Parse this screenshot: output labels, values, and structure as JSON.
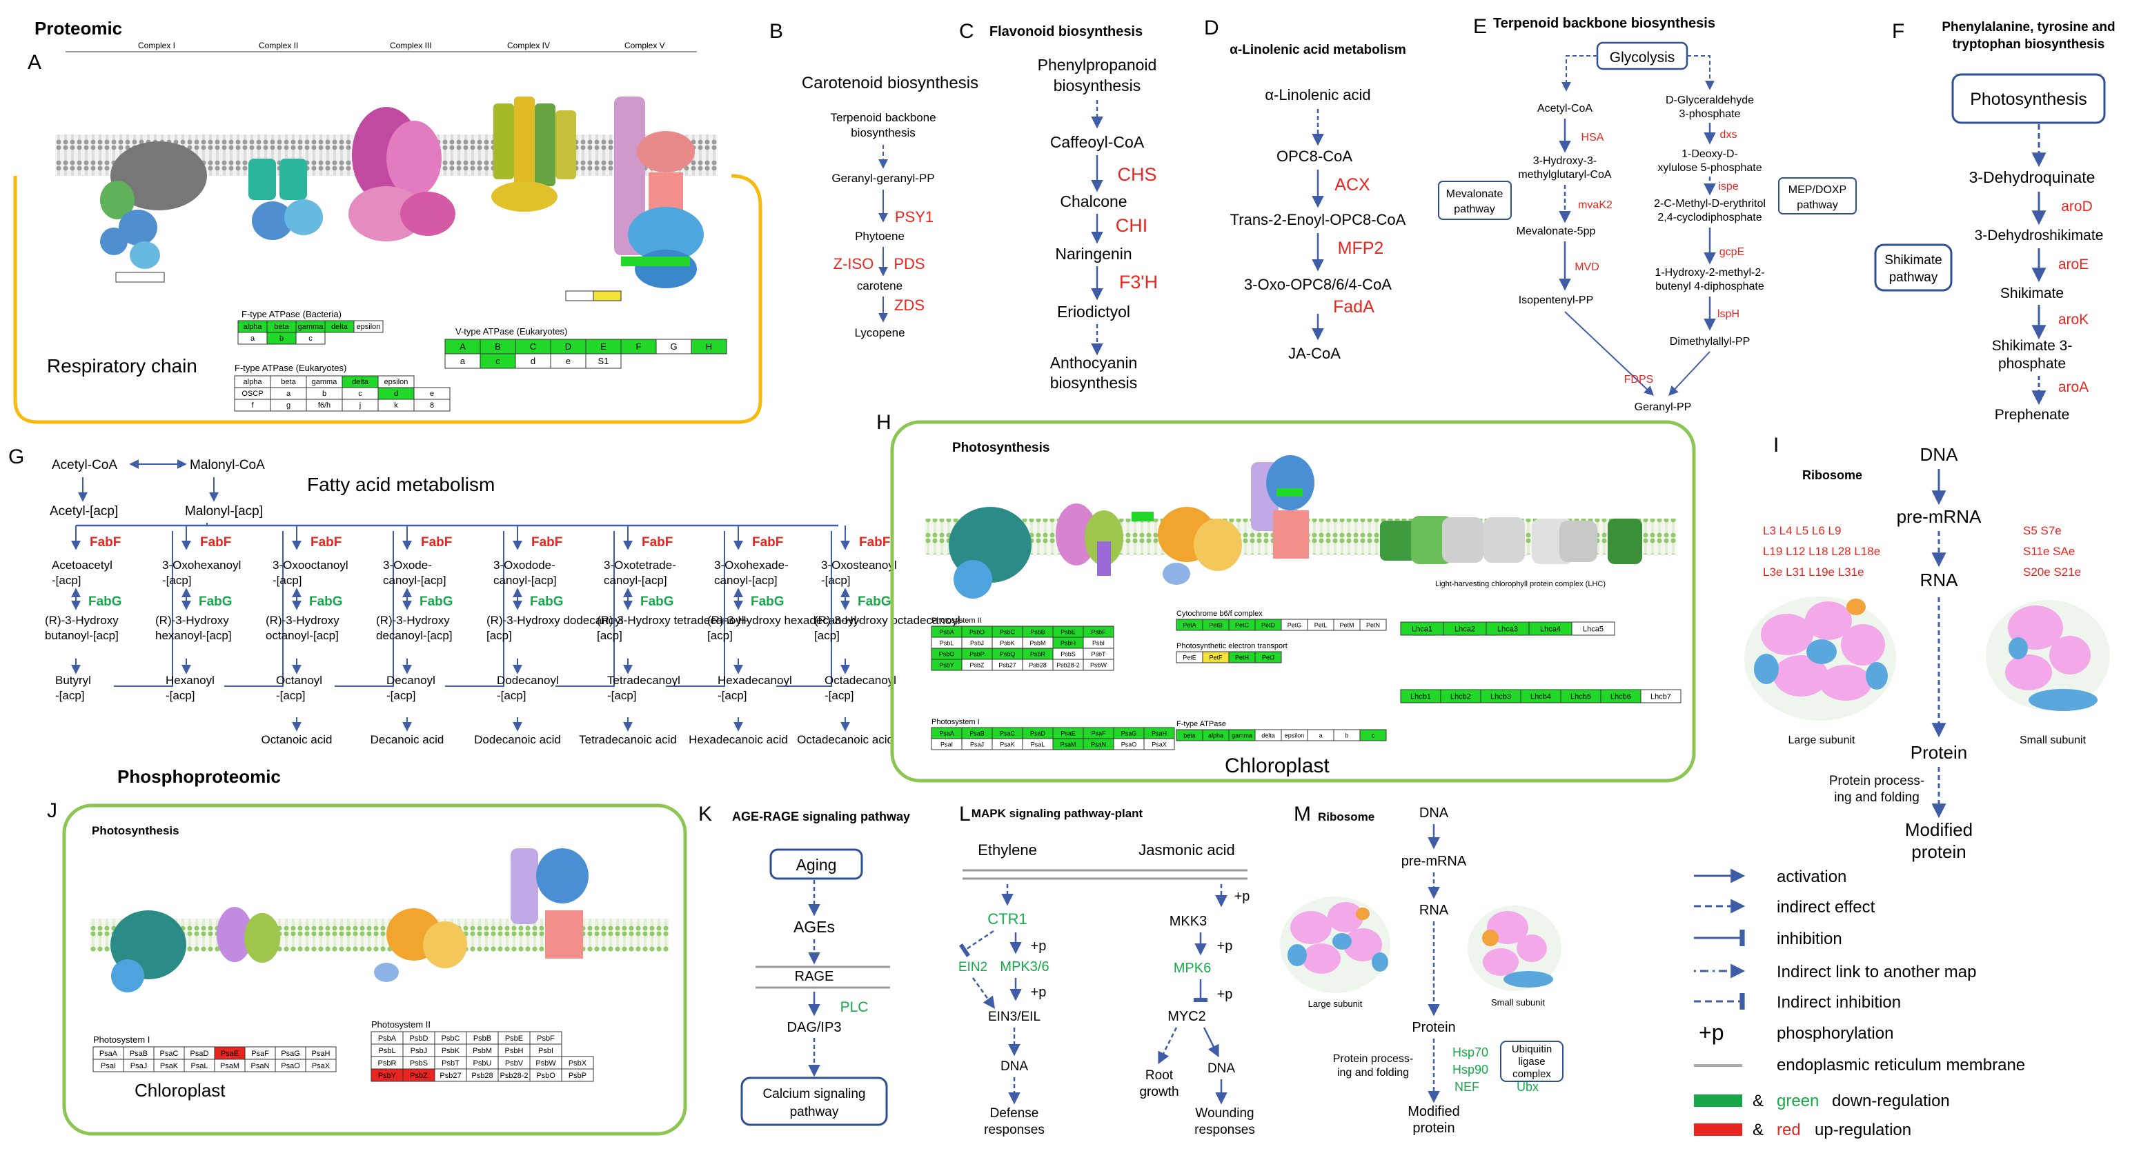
{
  "sections": {
    "proteomic": "Proteomic",
    "phosphoproteomic": "Phosphoproteomic"
  },
  "letters": {
    "A": "A",
    "B": "B",
    "C": "C",
    "D": "D",
    "E": "E",
    "F": "F",
    "G": "G",
    "H": "H",
    "I": "I",
    "J": "J",
    "K": "K",
    "L": "L",
    "M": "M"
  },
  "panel_a": {
    "label": "Respiratory chain",
    "complexes": [
      "Complex I",
      "Complex II",
      "Complex III",
      "Complex IV",
      "Complex V"
    ],
    "f_bact_title": "F-type ATPase (Bacteria)",
    "f_bact_row1": [
      "alpha",
      "beta",
      "gamma",
      "delta",
      "epsilon"
    ],
    "f_bact_row2": [
      "a",
      "b",
      "c"
    ],
    "v_title": "V-type ATPase (Eukaryotes)",
    "v_row1": [
      "A",
      "B",
      "C",
      "D",
      "E",
      "F",
      "G",
      "H"
    ],
    "v_row2": [
      "a",
      "c",
      "d",
      "e",
      "S1"
    ],
    "f_euk_title": "F-type ATPase (Eukaryotes)",
    "f_euk_row1": [
      "alpha",
      "beta",
      "gamma",
      "delta",
      "epsilon"
    ],
    "f_euk_row2": [
      "OSCP",
      "a",
      "b",
      "c",
      "d",
      "e"
    ],
    "f_euk_row3": [
      "f",
      "g",
      "f6/h",
      "j",
      "k",
      "8"
    ]
  },
  "panel_b": {
    "title": "Carotenoid biosynthesis",
    "nodes": [
      "Terpenoid backbone biosynthesis",
      "Geranyl-geranyl-PP",
      "Phytoene",
      "carotene",
      "Lycopene"
    ],
    "enzymes": [
      "PSY1",
      "Z-ISO",
      "PDS",
      "ZDS"
    ]
  },
  "panel_c": {
    "title": "Flavonoid biosynthesis",
    "nodes": [
      "Phenylpropanoid biosynthesis",
      "Caffeoyl-CoA",
      "Chalcone",
      "Naringenin",
      "Eriodictyol",
      "Anthocyanin biosynthesis"
    ],
    "enzymes": [
      "CHS",
      "CHI",
      "F3'H"
    ]
  },
  "panel_d": {
    "title": "α-Linolenic acid metabolism",
    "nodes": [
      "α-Linolenic acid",
      "OPC8-CoA",
      "Trans-2-Enoyl-OPC8-CoA",
      "3-Oxo-OPC8/6/4-CoA",
      "JA-CoA"
    ],
    "enzymes": [
      "ACX",
      "MFP2",
      "FadA"
    ]
  },
  "panel_e": {
    "title": "Terpenoid backbone biosynthesis",
    "glycolysis": "Glycolysis",
    "mevalonate": "Mevalonate pathway",
    "mep": "MEP/DOXP pathway",
    "left_nodes": [
      "Acetyl-CoA",
      "3-Hydroxy-3-methylglutaryl-CoA",
      "Mevalonate-5pp",
      "Isopentenyl-PP"
    ],
    "left_enzymes": [
      "HSA",
      "mvaK2",
      "MVD"
    ],
    "right_nodes": [
      "D-Glyceraldehyde 3-phosphate",
      "1-Deoxy-D-xylulose 5-phosphate",
      "2-C-Methyl-D-erythritol 2,4-cyclodiphosphate",
      "1-Hydroxy-2-methyl-2-butenyl 4-diphosphate",
      "Dimethylallyl-PP"
    ],
    "right_enzymes": [
      "dxs",
      "ispe",
      "gcpE",
      "lspH"
    ],
    "fdps": "FDPS",
    "product": "Geranyl-PP"
  },
  "panel_f": {
    "title": "Phenylalanine, tyrosine and tryptophan biosynthesis",
    "top": "Photosynthesis",
    "shikimate": "Shikimate pathway",
    "nodes": [
      "3-Dehydroquinate",
      "3-Dehydroshikimate",
      "Shikimate",
      "Shikimate 3-phosphate",
      "Prephenate"
    ],
    "enzymes": [
      "aroD",
      "aroE",
      "aroK",
      "aroA"
    ]
  },
  "panel_g": {
    "title": "Fatty acid metabolism",
    "acetyl_coa": "Acetyl-CoA",
    "malonyl_coa": "Malonyl-CoA",
    "acetyl_acp": "Acetyl-[acp]",
    "malonyl_acp": "Malonyl-[acp]",
    "fabf": "FabF",
    "fabg": "FabG",
    "columns": [
      {
        "oxo": "Acetoacetyl -[acp]",
        "hyd": "(R)-3-Hydroxy butanoyl-[acp]",
        "sat": "Butyryl -[acp]",
        "acid": ""
      },
      {
        "oxo": "3-Oxohexanoyl -[acp]",
        "hyd": "(R)-3-Hydroxy hexanoyl-[acp]",
        "sat": "Hexanoyl -[acp]",
        "acid": ""
      },
      {
        "oxo": "3-Oxooctanoyl -[acp]",
        "hyd": "(R)-3-Hydroxy octanoyl-[acp]",
        "sat": "Octanoyl -[acp]",
        "acid": "Octanoic acid"
      },
      {
        "oxo": "3-Oxode- canoyl-[acp]",
        "hyd": "(R)-3-Hydroxy decanoyl-[acp]",
        "sat": "Decanoyl -[acp]",
        "acid": "Decanoic acid"
      },
      {
        "oxo": "3-Oxodode- canoyl-[acp]",
        "hyd": "(R)-3-Hydroxy dodecanoyl- [acp]",
        "sat": "Dodecanoyl -[acp]",
        "acid": "Dodecanoic acid"
      },
      {
        "oxo": "3-Oxotetrade- canoyl-[acp]",
        "hyd": "(R)-3-Hydroxy tetradecanoyl- [acp]",
        "sat": "Tetradecanoyl -[acp]",
        "acid": "Tetradecanoic acid"
      },
      {
        "oxo": "3-Oxohexade- canoyl-[acp]",
        "hyd": "(R)-3-Hydroxy hexadecanoyl- [acp]",
        "sat": "Hexadecanoyl -[acp]",
        "acid": "Hexadecanoic acid"
      },
      {
        "oxo": "3-Oxosteanoyl -[acp]",
        "hyd": "(R)-3-Hydroxy octadecanoyl- [acp]",
        "sat": "Octadecanoyl -[acp]",
        "acid": "Octadecanoic acid"
      }
    ]
  },
  "panel_h": {
    "title": "Photosynthesis",
    "label": "Chloroplast",
    "ps2_title": "Photosystem II",
    "ps2_rows": [
      [
        "PsbA",
        "PsbD",
        "PsbC",
        "PsbB",
        "PsbE",
        "PsbF"
      ],
      [
        "PsbL",
        "PsbJ",
        "PsbK",
        "PsbM",
        "PsbH",
        "PsbI"
      ],
      [
        "PsbO",
        "PsbP",
        "PsbQ",
        "PsbR",
        "PsbS",
        "PsbT"
      ],
      [
        "PsbY",
        "PsbZ",
        "Psb27",
        "Psb28",
        "Psb28-2",
        "PsbW"
      ]
    ],
    "ps1_title": "Photosystem I",
    "ps1_rows": [
      [
        "PsaA",
        "PsaB",
        "PsaC",
        "PsaD",
        "PsaE",
        "PsaF",
        "PsaG",
        "PsaH"
      ],
      [
        "PsaI",
        "PsaJ",
        "PsaK",
        "PsaL",
        "PsaM",
        "PsaN",
        "PsaO",
        "PsaX"
      ]
    ],
    "cyt_title": "Cytochrome b6/f complex",
    "cyt_row": [
      "PetA",
      "PetB",
      "PetC",
      "PetD",
      "PetG",
      "PetL",
      "PetM",
      "PetN"
    ],
    "pet_title": "Photosynthetic electron transport",
    "pet_row": [
      "PetE",
      "PetF",
      "PetH",
      "PetJ"
    ],
    "f_title": "F-type ATPase",
    "f_row": [
      "beta",
      "alpha",
      "gamma",
      "delta",
      "epsilon",
      "a",
      "b",
      "c"
    ],
    "lhca": [
      "Lhca1",
      "Lhca2",
      "Lhca3",
      "Lhca4",
      "Lhca5"
    ],
    "lhcb": [
      "Lhcb1",
      "Lhcb2",
      "Lhcb3",
      "Lhcb4",
      "Lhcb5",
      "Lhcb6",
      "Lhcb7"
    ],
    "lhc_caption": "Light-harvesting chlorophyll protein complex (LHC)"
  },
  "panel_i": {
    "title": "Ribosome",
    "flow": [
      "DNA",
      "pre-mRNA",
      "RNA",
      "Protein",
      "Modified protein"
    ],
    "processing": "Protein processing and folding",
    "large_proteins": [
      "L3 L4 L5 L6 L9",
      "L19 L12 L18 L28 L18e",
      "L3e L31 L19e L31e"
    ],
    "small_proteins": [
      "S5 S7e",
      "S11e SAe",
      "S20e S21e"
    ],
    "large": "Large subunit",
    "small": "Small subunit"
  },
  "panel_j": {
    "title": "Photosynthesis",
    "label": "Chloroplast",
    "ps1_title": "Photosystem I",
    "ps1_rows": [
      [
        "PsaA",
        "PsaB",
        "PsaC",
        "PsaD",
        "PsaE",
        "PsaF",
        "PsaG",
        "PsaH"
      ],
      [
        "PsaI",
        "PsaJ",
        "PsaK",
        "PsaL",
        "PsaM",
        "PsaN",
        "PsaO",
        "PsaX"
      ]
    ],
    "ps2_title": "Photosystem II",
    "ps2_rows": [
      [
        "PsbA",
        "PsbD",
        "PsbC",
        "PsbB",
        "PsbE",
        "PsbF"
      ],
      [
        "PsbL",
        "PsbJ",
        "PsbK",
        "PsbM",
        "PsbH",
        "PsbI"
      ],
      [
        "PsbR",
        "PsbS",
        "PsbT",
        "PsbU",
        "PsbV",
        "PsbW",
        "PsbX"
      ],
      [
        "PsbY",
        "PsbZ",
        "Psb27",
        "Psb28",
        "Psb28-2",
        "PsbO",
        "PsbP"
      ]
    ]
  },
  "panel_k": {
    "title": "AGE-RAGE signaling pathway",
    "nodes": [
      "Aging",
      "AGEs",
      "RAGE",
      "DAG/IP3",
      "Calcium signaling pathway"
    ],
    "plc": "PLC"
  },
  "panel_l": {
    "title": "MAPK signaling pathway-plant",
    "left": [
      "Ethylene",
      "CTR1",
      "EIN2",
      "MPK3/6",
      "EIN3/EIL",
      "DNA",
      "Defense responses"
    ],
    "right": [
      "Jasmonic acid",
      "MKK3",
      "MPK6",
      "MYC2",
      "Root growth",
      "DNA",
      "Wounding responses"
    ],
    "p": "+p"
  },
  "panel_m": {
    "title": "Ribosome",
    "flow": [
      "DNA",
      "pre-mRNA",
      "RNA",
      "Protein",
      "Modified protein"
    ],
    "processing": "Protein processing and folding",
    "chaperones": [
      "Hsp70",
      "Hsp90",
      "NEF"
    ],
    "ub": "Ubiquitin ligase complex",
    "ubx": "Ubx",
    "large": "Large subunit",
    "small": "Small subunit"
  },
  "legend": {
    "activation": "activation",
    "indirect": "indirect effect",
    "inhibition": "inhibition",
    "link": "Indirect link to another map",
    "indirect_inhibition": "Indirect inhibition",
    "p": "+p",
    "phosphorylation": "phosphorylation",
    "er": "endoplasmic reticulum membrane",
    "amp": "&",
    "green": "green",
    "down": "down-regulation",
    "red": "red",
    "up": "up-regulation"
  },
  "colors": {
    "arrow": "#3f5ca6",
    "up": "#e8251f",
    "down": "#18a84a",
    "box_green": "#21d829",
    "frame_orange": "#f6b90c",
    "frame_green": "#8cc552",
    "pathway_box": "#2e4f94"
  }
}
